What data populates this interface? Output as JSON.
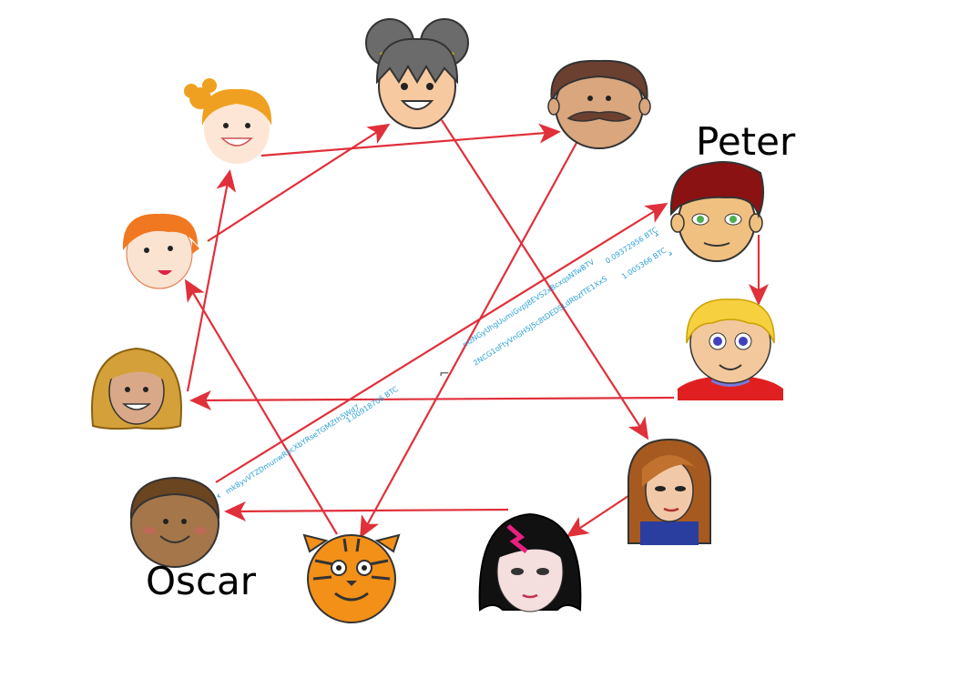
{
  "labels": {
    "peter": "Peter",
    "oscar": "Oscar"
  },
  "transaction": {
    "from_address": "mk8yvVTZDmunwRbcXbYRseTGMZth5Wd7",
    "to_address_1": "mzNGyUhgUumiGvpJ8EVS2xBcxqsNTwBTV",
    "to_address_2": "2NCG1oFtyVnGH5J5c8tDEDSLdRbzfTE1XxS",
    "input_amount": "1.00918706 BTC",
    "output_amount_1": "0.09372956 BTC",
    "output_amount_2": "1.005366 BTC"
  },
  "colors": {
    "arrow": "#e0303a",
    "tx_text": "#2aa0d8"
  },
  "people": [
    {
      "id": "girl-pigtails",
      "icon": "girl-with-pigtails-face"
    },
    {
      "id": "mustache-man",
      "icon": "man-with-mustache-face"
    },
    {
      "id": "peter",
      "icon": "boy-brown-hair-face"
    },
    {
      "id": "blond-boy",
      "icon": "blond-boy-face"
    },
    {
      "id": "auburn-woman",
      "icon": "woman-auburn-hair-face"
    },
    {
      "id": "goth-girl",
      "icon": "black-hair-girl-face"
    },
    {
      "id": "tiger",
      "icon": "tiger-face"
    },
    {
      "id": "oscar",
      "icon": "curly-boy-face"
    },
    {
      "id": "curly-blonde-girl",
      "icon": "curly-blonde-girl-face"
    },
    {
      "id": "red-hair-girl",
      "icon": "red-hair-girl-face"
    },
    {
      "id": "ginger-girl",
      "icon": "ginger-pigtail-girl-face"
    }
  ]
}
